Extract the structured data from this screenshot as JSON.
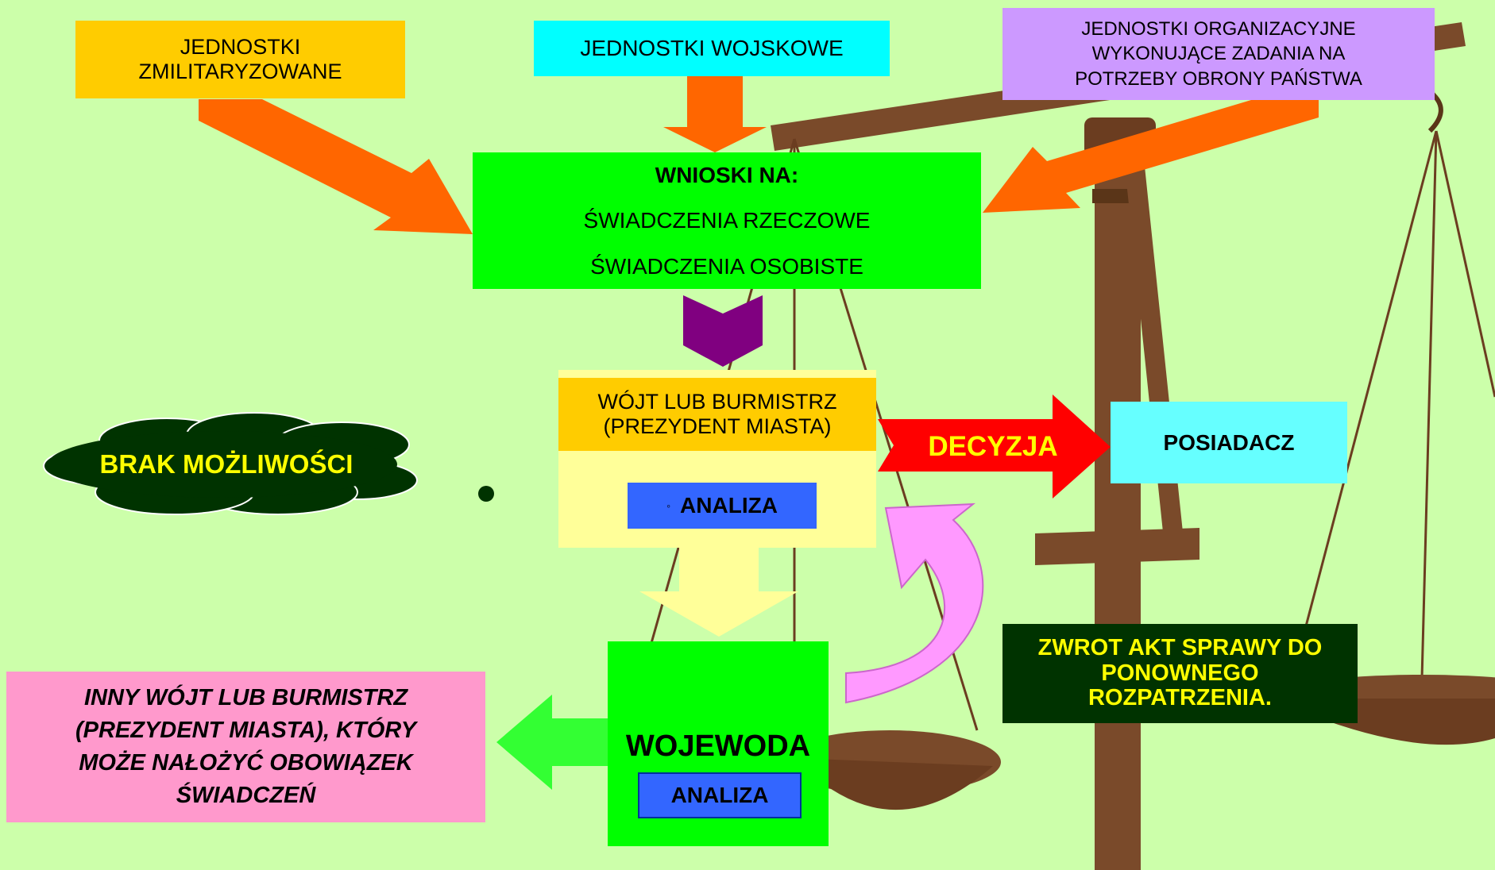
{
  "colors": {
    "background": "#ccffaa",
    "orange_box": "#ffcc00",
    "cyan_box": "#00ffff",
    "lilac_box": "#cc99ff",
    "green_box": "#00ff00",
    "pale_yellow": "#ffff99",
    "blue_box": "#3366ff",
    "cyan_posiadacz": "#66ffff",
    "pink_box": "#ff99cc",
    "dark_green": "#003300",
    "orange_arrow": "#ff6600",
    "purple_arrow": "#800080",
    "red_arrow": "#ff0000",
    "green_arrow": "#33ff33",
    "pink_arrow": "#ff99ff",
    "yellow_text": "#ffff00",
    "scale_wood": "#7a4a2a"
  },
  "sources": {
    "zmilitaryzowane": [
      "JEDNOSTKI",
      "ZMILITARYZOWANE"
    ],
    "wojskowe": "JEDNOSTKI WOJSKOWE",
    "organizacyjne": [
      "JEDNOSTKI ORGANIZACYJNE",
      "WYKONUJĄCE ZADANIA NA",
      "POTRZEBY OBRONY PAŃSTWA"
    ]
  },
  "wnioski": {
    "title": "WNIOSKI NA:",
    "line1": "ŚWIADCZENIA RZECZOWE",
    "line2": "ŚWIADCZENIA OSOBISTE"
  },
  "wojt": {
    "title": [
      "WÓJT LUB  BURMISTRZ",
      "(PREZYDENT MIASTA)"
    ],
    "analiza": "ANALIZA"
  },
  "brak": "BRAK MOŻLIWOŚCI",
  "decyzja": "DECYZJA",
  "posiadacz": "POSIADACZ",
  "zwrot": [
    "ZWROT AKT SPRAWY  DO",
    "PONOWNEGO",
    "ROZPATRZENIA."
  ],
  "wojewoda": {
    "title": "WOJEWODA",
    "analiza": "ANALIZA"
  },
  "inny": [
    "INNY WÓJT LUB BURMISTRZ",
    "(PREZYDENT MIASTA), KTÓRY",
    "MOŻE NAŁOŻYĆ OBOWIĄZEK",
    "ŚWIADCZEŃ"
  ]
}
